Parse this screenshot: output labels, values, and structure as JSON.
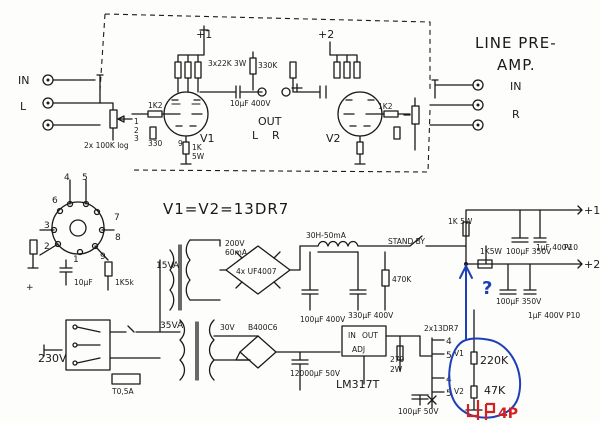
{
  "title_lines": [
    "LINE PRE-",
    "AMP."
  ],
  "inputs": {
    "left_in": "IN",
    "left_ch": "L",
    "right_in": "IN",
    "right_ch": "R"
  },
  "output": {
    "label": "OUT",
    "l": "L",
    "r": "R"
  },
  "tubes": {
    "v1": "V1",
    "v2": "V2",
    "equation": "V1=V2=13DR7"
  },
  "supplies": {
    "plus1": "+1",
    "plus2": "+2"
  },
  "amp_components": {
    "r_plate": "3x22K 3W",
    "r_330k": "330K",
    "c_out": "10µF 400V",
    "r_grid": "1K2",
    "r_330": "330",
    "pot": "2x 100K log",
    "r_k_1k": "1K",
    "r_k_5w": "5W",
    "v2_r": "1K2",
    "pin1": "1",
    "pin2": "2",
    "pin3": "3",
    "pin9": "9"
  },
  "socket": {
    "pin_labels": [
      "4",
      "5",
      "6",
      "7",
      "8",
      "9",
      "3",
      "2",
      "1"
    ],
    "cap": "10µF",
    "res": "1K5k"
  },
  "psu": {
    "mains": "230V",
    "fuse": "T0,5A",
    "xfmr1": "15VA",
    "xfmr2": "35VA",
    "v200": "200V",
    "ma60": "60mA",
    "diodes": "4x UF4007",
    "choke": "30H-50mA",
    "standby": "STAND BY",
    "r_470k": "470K",
    "c_100u": "100µF 400V",
    "c_330u": "330µF 400V",
    "r_1k5w": "1K 5W",
    "r_1k5w2": "1K5W",
    "c_100u_350": "100µF 350V",
    "c_1u_400": "1µF 400V",
    "p10": "P10",
    "c_100u_b": "100µF 350V",
    "c_1u_b": "1µF 400V P10",
    "bridge": "B400C6",
    "v30": "30V",
    "c_12000": "12000µF 50V",
    "reg_in": "IN",
    "reg_out": "OUT",
    "reg_adj": "ADJ",
    "reg_name": "LM317T",
    "r_270": "270",
    "r_270_w": "2W",
    "heater": "2x13DR7",
    "r_220k": "220K",
    "r_47k": "47K",
    "c_100u_out": "100µF 50V",
    "hn4": "4",
    "hn5": "5",
    "hn4b": "4",
    "hn5b": "5",
    "v1lbl": "V1",
    "v2lbl": "V2",
    "ground_plus": "+"
  },
  "annotations": {
    "question": "?",
    "handwritten": "4P"
  },
  "colors": {
    "ink": "#1a1a1a",
    "annotation_blue": "#1f3fb8",
    "annotation_red": "#d42020"
  }
}
